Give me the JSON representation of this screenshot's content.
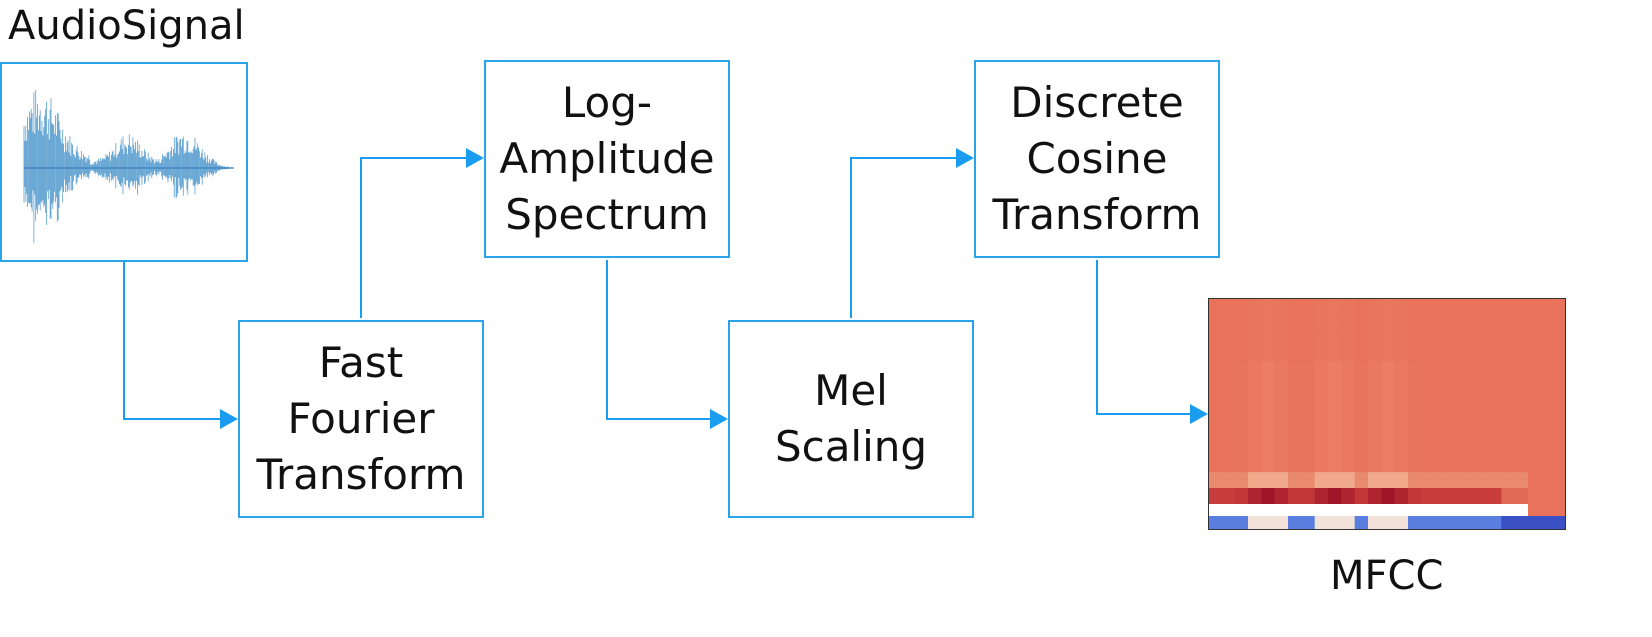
{
  "labels": {
    "audio_signal": "AudioSignal",
    "mfcc": "MFCC"
  },
  "steps": {
    "fft": "Fast Fourier\nTransform",
    "log_amp": "Log-\nAmplitude\nSpectrum",
    "mel": "Mel\nScaling",
    "dct": "Discrete\nCosine\nTransform"
  },
  "colors": {
    "box_border": "#2aa3ea",
    "arrow": "#1a9cf0",
    "waveform": "#5b9fd0",
    "mfcc_warm": "#e8735a",
    "mfcc_hot": "#b01428",
    "mfcc_cool": "#3a56c8"
  }
}
